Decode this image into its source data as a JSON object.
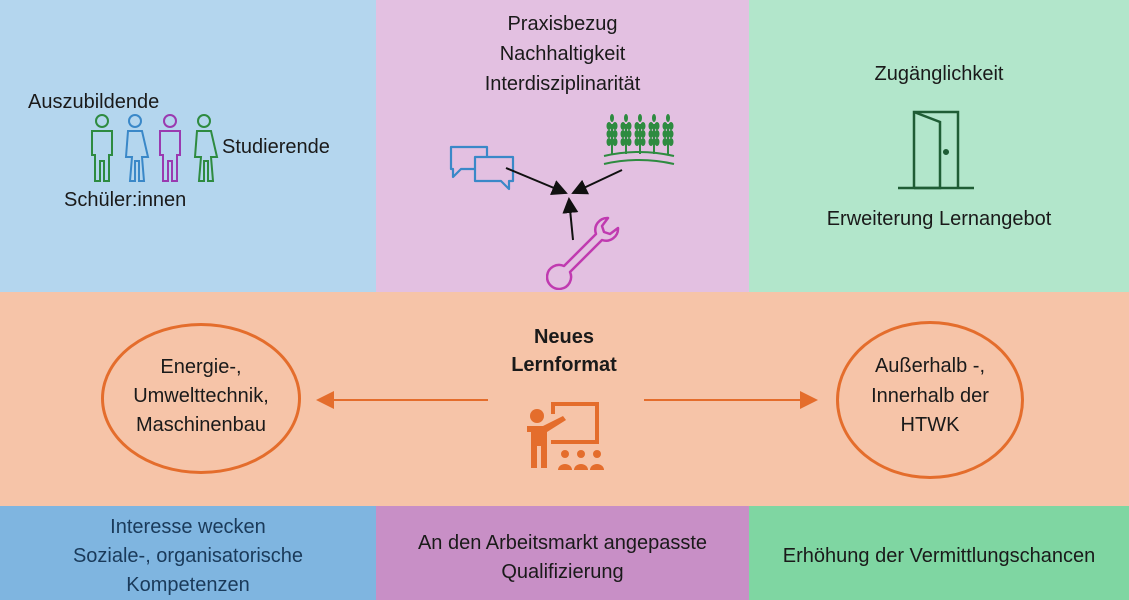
{
  "top_left": {
    "label_top": "Auszubildende",
    "label_right": "Studierende",
    "label_bottom": "Schüler:innen"
  },
  "top_middle": {
    "line1": "Praxisbezug",
    "line2": "Nachhaltigkeit",
    "line3": "Interdisziplinarität"
  },
  "top_right": {
    "label_top": "Zugänglichkeit",
    "label_bottom": "Erweiterung Lernangebot"
  },
  "middle": {
    "title_line1": "Neues",
    "title_line2": "Lernformat",
    "left_circle": [
      "Energie-,",
      "Umwelttechnik,",
      "Maschinenbau"
    ],
    "right_circle": [
      "Außerhalb -,",
      "Innerhalb der",
      "HTWK"
    ]
  },
  "bottom": {
    "left": [
      "Interesse wecken",
      "Soziale-, organisatorische",
      "Kompetenzen"
    ],
    "middle": [
      "An den Arbeitsmarkt angepasste",
      "Qualifizierung"
    ],
    "right": "Erhöhung der Vermittlungschancen"
  },
  "colors": {
    "blue_panel": "#b4d6ee",
    "pink_panel": "#e3c0e1",
    "green_panel": "#b2e6cb",
    "orange_band": "#f6c4a8",
    "blue_bottom": "#7fb5e0",
    "pink_bottom": "#c88fc6",
    "green_bottom": "#7fd6a2",
    "accent_orange": "#e46d2c",
    "icon_green": "#2e8b40",
    "icon_blue": "#3a88c8",
    "icon_purple": "#9a3ab0",
    "icon_pink": "#c03ab0"
  },
  "icons": [
    "people-icon",
    "chat-bubbles-icon",
    "wheat-field-icon",
    "wrench-icon",
    "door-icon",
    "teacher-icon"
  ]
}
